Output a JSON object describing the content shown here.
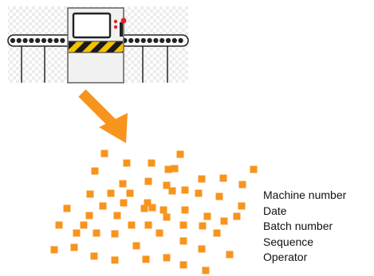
{
  "colors": {
    "accent_orange": "#f7941d",
    "machine_fill": "#f1f1f1",
    "screen_fill": "#ffffff",
    "hazard_yellow": "#f2c200",
    "hazard_black": "#1a1a1a",
    "indicator_red": "#e0232b",
    "checker_light": "#ececec"
  },
  "icons": {
    "machine": "production-machine-icon",
    "arrow": "down-right-arrow-icon",
    "particles": "product-units"
  },
  "attributes": [
    "Machine number",
    "Date",
    "Batch number",
    "Sequence",
    "Operator"
  ]
}
